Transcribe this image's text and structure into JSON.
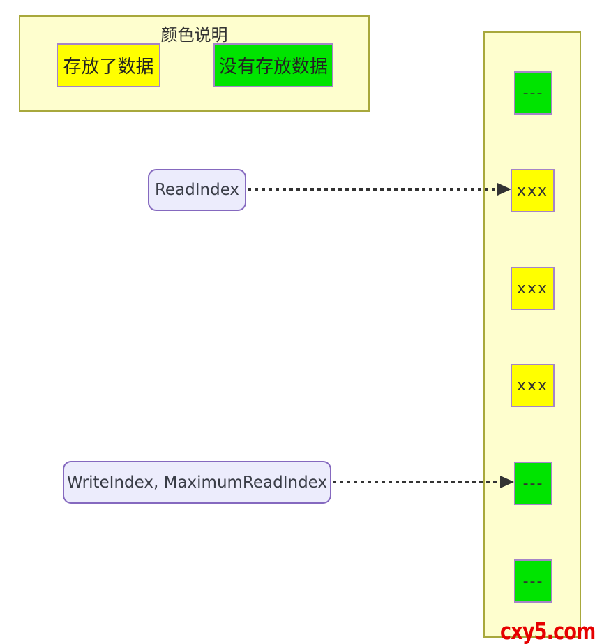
{
  "colors": {
    "panel_bg": "#fefece",
    "panel_border": "#a8a83c",
    "cell_filled": "#ffff00",
    "cell_empty": "#00e400",
    "cell_border": "#a584c8",
    "label_bg": "#ececfc",
    "label_border": "#8569bf",
    "arrow": "#333333",
    "text": "#3a3d47",
    "watermark": "#e60000"
  },
  "legend": {
    "title": "颜色说明",
    "items": [
      {
        "label": "存放了数据",
        "state": "filled",
        "color": "#ffff00"
      },
      {
        "label": "没有存放数据",
        "state": "empty",
        "color": "#00e400"
      }
    ]
  },
  "buffer": {
    "cells": [
      {
        "text": "---",
        "state": "empty"
      },
      {
        "text": "xxx",
        "state": "filled"
      },
      {
        "text": "xxx",
        "state": "filled"
      },
      {
        "text": "xxx",
        "state": "filled"
      },
      {
        "text": "---",
        "state": "empty"
      },
      {
        "text": "---",
        "state": "empty"
      }
    ]
  },
  "pointers": [
    {
      "label": "ReadIndex",
      "target_cell_index": 1
    },
    {
      "label": "WriteIndex, MaximumReadIndex",
      "target_cell_index": 4
    }
  ],
  "watermark": "cxy5.com"
}
